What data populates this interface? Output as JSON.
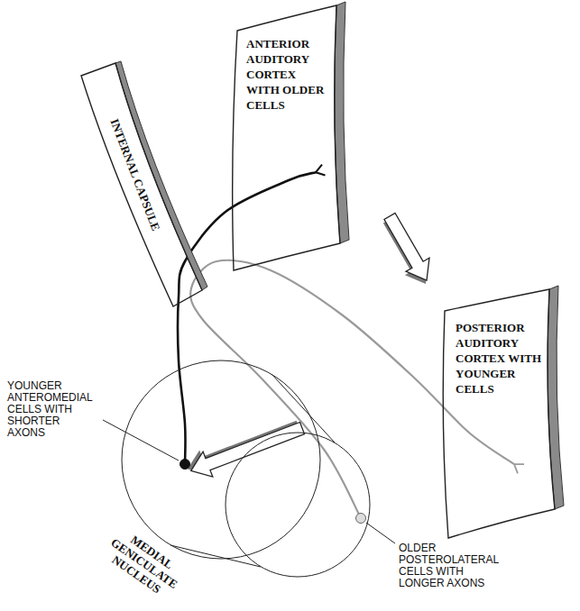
{
  "diagram": {
    "nodes": [
      {
        "text": [
          "INTERNAL CAPSULE"
        ]
      },
      {
        "text": [
          "ANTERIOR AUDITORY CORTEX WITH OLDER CELLS"
        ]
      },
      {
        "text": [
          "POSTERIOR AUDITORY CORTEX WITH YOUNGER CELLS"
        ]
      },
      {
        "text": [
          "MEDIAL GENICULATE NUCLEUS"
        ]
      }
    ],
    "edges": [
      {
        "from": 3,
        "to": 1,
        "arrow": "none"
      },
      {
        "from": 3,
        "to": 2,
        "arrow": "none"
      }
    ],
    "labels": [
      "YOUNGER ANTEROMEDIAL CELLS WITH SHORTER AXONS",
      "OLDER POSTEROLATERAL CELLS WITH LONGER AXONS"
    ]
  }
}
